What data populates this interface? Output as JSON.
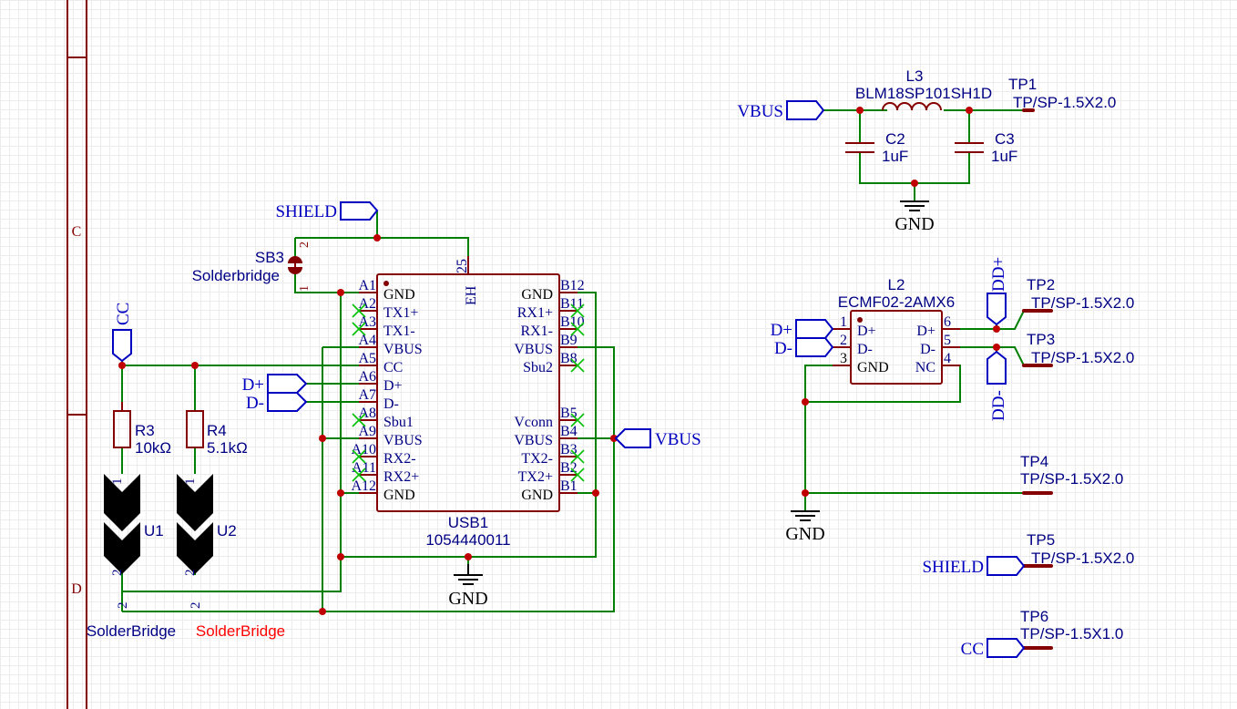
{
  "frame": {
    "zones": [
      "C",
      "D"
    ]
  },
  "colors": {
    "wire": "#008000",
    "body": "#840000",
    "label": "#000084",
    "ncx": "#00c000",
    "junction": "#c00000",
    "power": "#000000",
    "red_text": "#ff0000"
  },
  "power_ports": {
    "gnd_usb": "GND",
    "gnd_filter": "GND",
    "gnd_esd": "GND"
  },
  "hier_labels": {
    "shield_top": "SHIELD",
    "cc_left": "CC",
    "dplus_left": "D+",
    "dminus_left": "D-",
    "vbus_right": "VBUS",
    "vbus_filter": "VBUS",
    "dplus_esd": "D+",
    "dminus_esd": "D-",
    "dd_plus": "DD+",
    "dd_minus": "DD-",
    "shield_tp5": "SHIELD",
    "cc_tp6": "CC"
  },
  "usb1": {
    "ref": "USB1",
    "value": "1054440011",
    "left_pins": [
      {
        "num": "A1",
        "name": "GND"
      },
      {
        "num": "A2",
        "name": "TX1+"
      },
      {
        "num": "A3",
        "name": "TX1-"
      },
      {
        "num": "A4",
        "name": "VBUS"
      },
      {
        "num": "A5",
        "name": "CC"
      },
      {
        "num": "A6",
        "name": "D+"
      },
      {
        "num": "A7",
        "name": "D-"
      },
      {
        "num": "A8",
        "name": "Sbu1"
      },
      {
        "num": "A9",
        "name": "VBUS"
      },
      {
        "num": "A10",
        "name": "RX2-"
      },
      {
        "num": "A11",
        "name": "RX2+"
      },
      {
        "num": "A12",
        "name": "GND"
      }
    ],
    "right_pins": [
      {
        "num": "B12",
        "name": "GND"
      },
      {
        "num": "B11",
        "name": "RX1+"
      },
      {
        "num": "B10",
        "name": "RX1-"
      },
      {
        "num": "B9",
        "name": "VBUS"
      },
      {
        "num": "B8",
        "name": "Sbu2"
      },
      {
        "num": "",
        "name": ""
      },
      {
        "num": "",
        "name": ""
      },
      {
        "num": "B5",
        "name": "Vconn"
      },
      {
        "num": "B4",
        "name": "VBUS"
      },
      {
        "num": "B3",
        "name": "TX2-"
      },
      {
        "num": "B2",
        "name": "TX2+"
      },
      {
        "num": "B1",
        "name": "GND"
      }
    ],
    "top_pin": {
      "num": "25",
      "name": "EH"
    }
  },
  "sb3": {
    "ref": "SB3",
    "value": "Solderbridge",
    "pin_top": "2",
    "pin_bottom": "1"
  },
  "r3": {
    "ref": "R3",
    "value": "10kΩ"
  },
  "r4": {
    "ref": "R4",
    "value": "5.1kΩ"
  },
  "u1": {
    "ref": "U1",
    "value": "SolderBridge",
    "pin1": "1",
    "pin2": "2",
    "pin2b": "2"
  },
  "u2": {
    "ref": "U2",
    "value": "SolderBridge",
    "pin1": "1",
    "pin2": "2",
    "pin2b": "2"
  },
  "l3": {
    "ref": "L3",
    "value": "BLM18SP101SH1D"
  },
  "c2": {
    "ref": "C2",
    "value": "1uF"
  },
  "c3": {
    "ref": "C3",
    "value": "1uF"
  },
  "l2": {
    "ref": "L2",
    "value": "ECMF02-2AMX6",
    "pins": [
      {
        "num": "1",
        "name": "D+"
      },
      {
        "num": "2",
        "name": "D-"
      },
      {
        "num": "3",
        "name": "GND"
      },
      {
        "num": "6",
        "name": "D+"
      },
      {
        "num": "5",
        "name": "D-"
      },
      {
        "num": "4",
        "name": "NC"
      }
    ]
  },
  "test_points": [
    {
      "ref": "TP1",
      "value": "TP/SP-1.5X2.0"
    },
    {
      "ref": "TP2",
      "value": "TP/SP-1.5X2.0"
    },
    {
      "ref": "TP3",
      "value": "TP/SP-1.5X2.0"
    },
    {
      "ref": "TP4",
      "value": "TP/SP-1.5X2.0"
    },
    {
      "ref": "TP5",
      "value": "TP/SP-1.5X2.0"
    },
    {
      "ref": "TP6",
      "value": "TP/SP-1.5X1.0"
    }
  ]
}
